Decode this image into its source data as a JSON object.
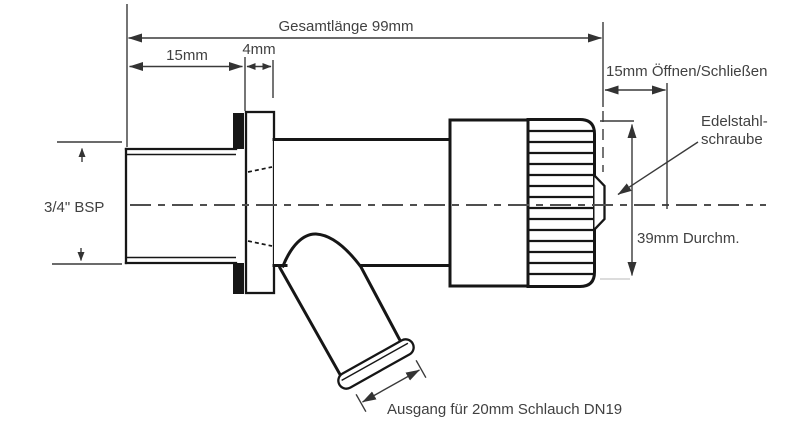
{
  "drawing": {
    "description": "technical-dimension-drawing-of-drain-tap",
    "colors": {
      "background": "#ffffff",
      "line": "#161616",
      "dimension": "#3a3a3a",
      "text": "#414141"
    },
    "labels": {
      "total_length": "Gesamtlänge 99mm",
      "thread_length": "15mm",
      "flange_thickness": "4mm",
      "thread_size": "3/4\" BSP",
      "open_close": "15mm Öffnen/Schließen",
      "screw_line1": "Edelstahl-",
      "screw_line2": "schraube",
      "head_diameter": "39mm Durchm.",
      "outlet": "Ausgang für 20mm Schlauch DN19"
    }
  }
}
